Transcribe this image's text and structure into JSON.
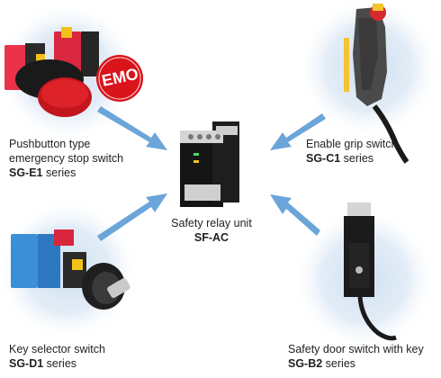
{
  "items": [
    {
      "id": "pushbutton",
      "line1": "Pushbutton type",
      "line2": "emergency stop switch",
      "series_bold": "SG-E1",
      "series_rest": " series",
      "badge_text": "EMO"
    },
    {
      "id": "enable-grip",
      "line1": "Enable grip switch",
      "series_bold": "SG-C1",
      "series_rest": " series"
    },
    {
      "id": "key-selector",
      "line1": "Key selector switch",
      "series_bold": "SG-D1",
      "series_rest": " series"
    },
    {
      "id": "door-switch",
      "line1": "Safety door switch with key",
      "series_bold": "SG-B2",
      "series_rest": " series"
    }
  ],
  "center": {
    "line1": "Safety relay unit",
    "series_bold": "SF-AC"
  },
  "colors": {
    "bubble_center": "#d9e6f3",
    "arrow": "#5b9bd5",
    "emo_red": "#d9141b"
  }
}
